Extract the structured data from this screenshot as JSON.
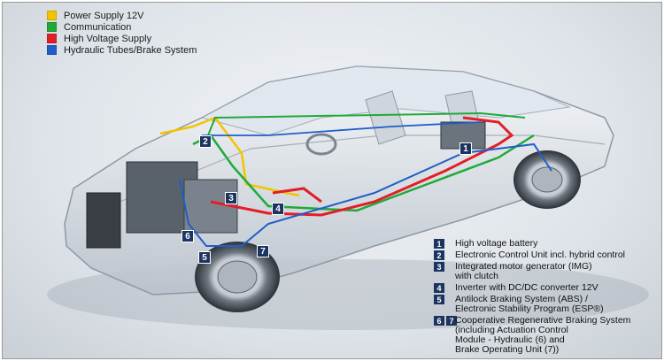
{
  "legend": [
    {
      "label": "Power Supply 12V",
      "color": "#f2c400"
    },
    {
      "label": "Communication",
      "color": "#1faa3a"
    },
    {
      "label": "High Voltage Supply",
      "color": "#e21e26"
    },
    {
      "label": "Hydraulic Tubes/Brake System",
      "color": "#1f5fc8"
    }
  ],
  "callouts": [
    "1",
    "2",
    "3",
    "4",
    "5",
    "6",
    "7"
  ],
  "key": [
    {
      "nums": [
        "1"
      ],
      "lines": [
        "High voltage battery"
      ]
    },
    {
      "nums": [
        "2"
      ],
      "lines": [
        "Electronic Control Unit incl. hybrid control"
      ]
    },
    {
      "nums": [
        "3"
      ],
      "lines": [
        "Integrated motor generator (IMG)",
        "with clutch"
      ]
    },
    {
      "nums": [
        "4"
      ],
      "lines": [
        "Inverter with DC/DC converter 12V"
      ]
    },
    {
      "nums": [
        "5"
      ],
      "lines": [
        "Antilock Braking System (ABS) /",
        "Electronic Stability Program (ESP®)"
      ]
    },
    {
      "nums": [
        "6",
        "7"
      ],
      "lines": [
        "Cooperative Regenerative Braking System",
        "(including Actuation Control",
        "Module - Hydraulic (6) and",
        "Brake Operating Unit (7))"
      ]
    }
  ]
}
